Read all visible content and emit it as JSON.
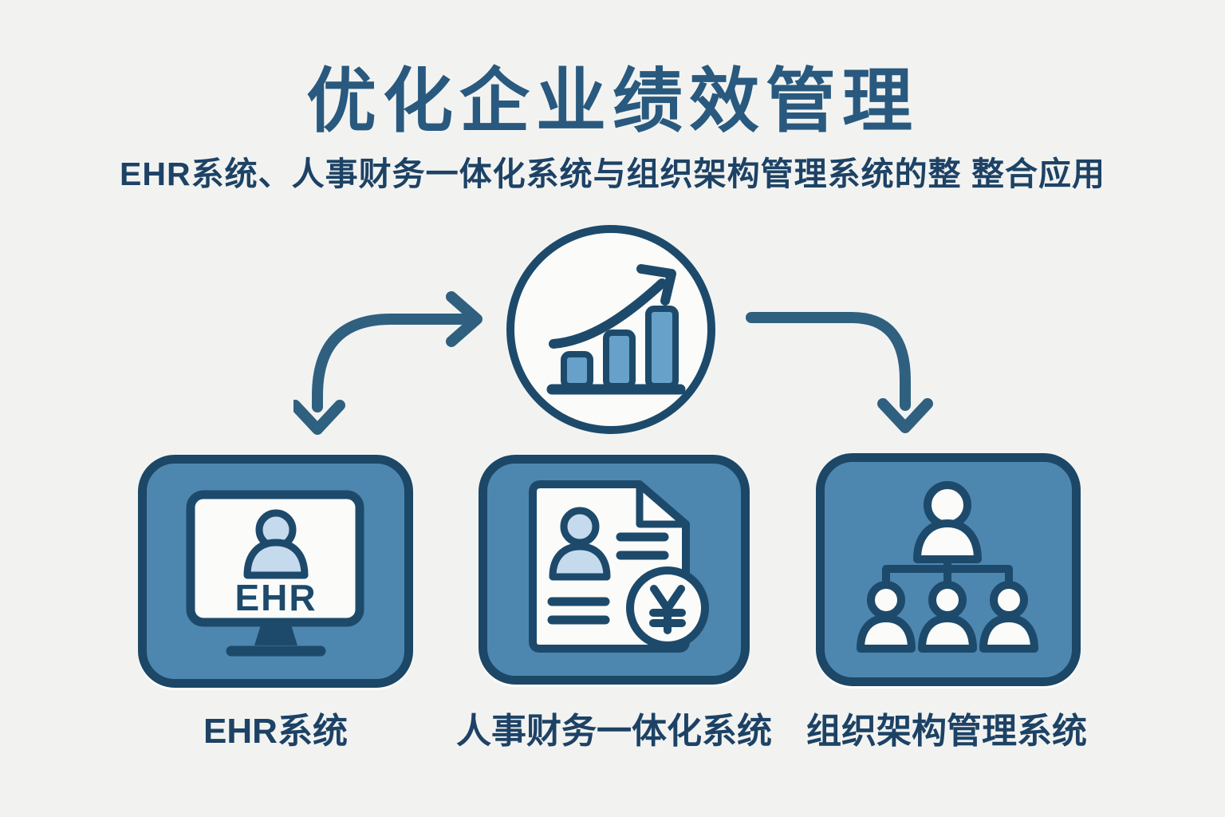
{
  "header": {
    "title": "优化企业绩效管理",
    "subtitle": "EHR系统、人事财务一体化系统与组织架构管理系统的整 整合应用"
  },
  "center": {
    "icon": "growth-bar-chart-icon"
  },
  "flow_icons": {
    "left": "curved-arrow-left-down-icon",
    "right": "curved-arrow-right-down-icon"
  },
  "systems": [
    {
      "id": "ehr",
      "label": "EHR系统",
      "icon": "ehr-monitor-person-icon",
      "screen_text": "EHR"
    },
    {
      "id": "hr-finance",
      "label": "人事财务一体化系统",
      "icon": "personnel-finance-document-icon",
      "currency_symbol": "¥"
    },
    {
      "id": "org-structure",
      "label": "组织架构管理系统",
      "icon": "org-chart-people-icon"
    }
  ],
  "colors": {
    "background": "#f2f3f1",
    "box_fill": "#4d87b0",
    "outline": "#1d4a6b",
    "arrow": "#30607f",
    "bar_fill": "#67a1c9",
    "person_fill": "#c5daed",
    "panel_fill": "#fbfbf9",
    "title_text": "#29597e",
    "label_text": "#1d4265"
  }
}
